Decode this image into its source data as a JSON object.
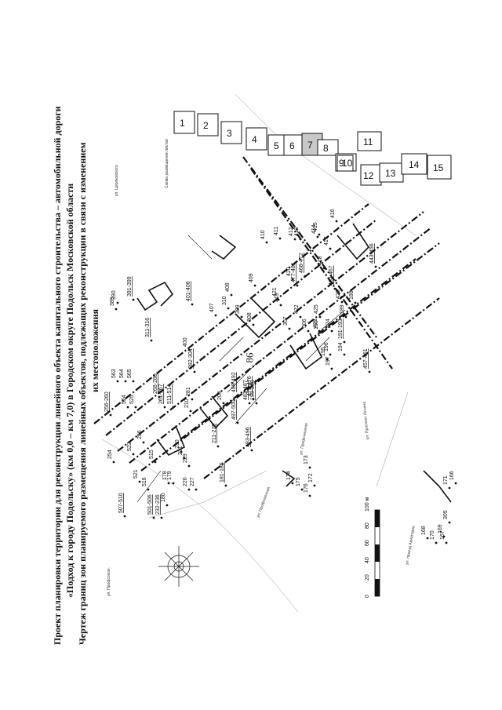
{
  "page_number": "86",
  "title": {
    "line1": "Проект планировки территории для реконструкции линейного объекта капитального строительства – автомобильной дороги",
    "line2": "«Подход к городу Подольску» (км 0,0 – км 7,0) в Городском округе Подольск Московской области",
    "line3": "Чертеж границ зон планируемого размещения линейных объектов, подлежащих реконструкции в связи с изменением",
    "line4": "их местоположения"
  },
  "scale_bar": {
    "ticks": [
      "0",
      "20",
      "40",
      "60",
      "80",
      "100 м"
    ]
  },
  "sheet_scheme": {
    "caption": "Схема размещения листов",
    "sheets": [
      "1",
      "2",
      "3",
      "4",
      "5",
      "6",
      "7",
      "8",
      "9",
      "10",
      "11",
      "12",
      "13",
      "14",
      "15"
    ],
    "highlighted": "7"
  },
  "streets": [
    "ул. Циолковского",
    "ул. Профсоюзная",
    "ул. Профсоюзная",
    "ул. Проспект Ленина",
    "ул. проезд Авиаторов",
    "ул. Профсоюзн."
  ],
  "labels": [
    "507-510",
    "521",
    "254",
    "256-260",
    "563",
    "564",
    "565",
    "524",
    "525",
    "515",
    "516",
    "501-506",
    "232-236",
    "180",
    "178",
    "179",
    "230",
    "231",
    "229",
    "226",
    "227",
    "522",
    "256",
    "511-514",
    "261-267",
    "268-280",
    "282-304",
    "181-185",
    "211-225",
    "210",
    "281",
    "493-496",
    "497-500",
    "488-492",
    "473-476",
    "482-487",
    "209",
    "199-208",
    "457-461",
    "194",
    "191-193",
    "196",
    "197",
    "195",
    "190",
    "189",
    "188",
    "174",
    "175",
    "176",
    "173",
    "172",
    "171",
    "166",
    "168",
    "169",
    "167",
    "170",
    "305",
    "306",
    "307",
    "308",
    "309",
    "310",
    "311-316",
    "389",
    "390",
    "391-399",
    "400",
    "401-406",
    "407",
    "408",
    "409",
    "410",
    "411",
    "412",
    "413",
    "414",
    "415",
    "416",
    "417",
    "418",
    "419",
    "420",
    "421",
    "422",
    "423",
    "424",
    "425",
    "426",
    "443-456",
    "462-467",
    "468-472",
    "477-481"
  ]
}
